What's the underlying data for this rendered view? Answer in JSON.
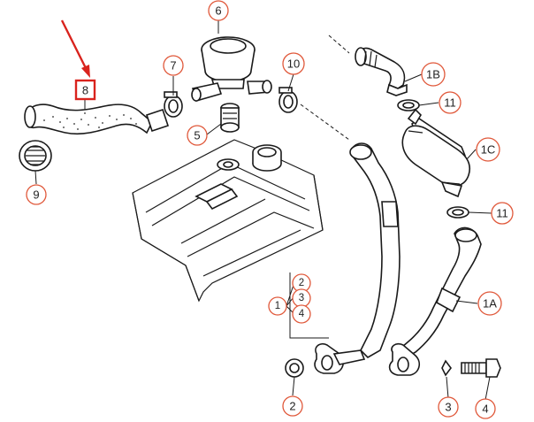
{
  "diagram": {
    "highlight_color": "#d9231d",
    "callout_color": "#e0583a",
    "callouts": {
      "c6": "6",
      "c7": "7",
      "c10": "10",
      "c1B": "1B",
      "c11a": "11",
      "c5": "5",
      "c1C": "1C",
      "c9": "9",
      "c11b": "11",
      "c1A": "1A",
      "c2top": "2",
      "c3top": "3",
      "c4top": "4",
      "c1": "1",
      "c2bot": "2",
      "c3bot": "3",
      "c4bot": "4"
    },
    "highlighted_part": "8"
  }
}
